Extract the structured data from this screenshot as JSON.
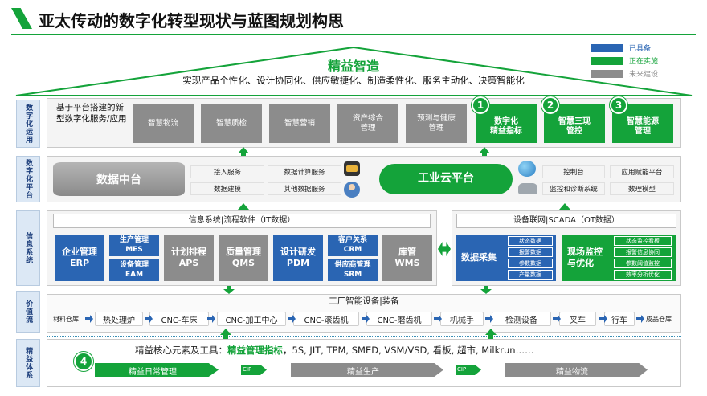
{
  "title": "亚太传动的数字化转型现状与蓝图规划构思",
  "legend": [
    {
      "label": "已具备",
      "color": "#2a65b3"
    },
    {
      "label": "正在实施",
      "color": "#14a33a"
    },
    {
      "label": "未来建设",
      "color": "#8c8c8c"
    }
  ],
  "roof": {
    "title": "精益智造",
    "subtitle": "实现产品个性化、设计协同化、供应敏捷化、制造柔性化、服务主动化、决策智能化"
  },
  "side_labels": [
    "数字化运用",
    "数字化平台",
    "信息系统",
    "价值流",
    "精益体系"
  ],
  "app_row": {
    "intro": "基于平台搭建的新型数字化服务/应用",
    "gray_boxes": [
      "智慧物流",
      "智慧质检",
      "智慧营销",
      "资产综合\n管理",
      "预测与健康\n管理"
    ],
    "green_boxes": [
      "数字化\n精益指标",
      "智慧三现\n管控",
      "智慧能源\n管理"
    ],
    "numbers": [
      "1",
      "2",
      "3"
    ]
  },
  "platform_row": {
    "data_center": "数据中台",
    "services": [
      "接入服务",
      "数据计算服务",
      "数据建模",
      "其他数据服务"
    ],
    "cloud": "工业云平台",
    "right_services": [
      "控制台",
      "应用赋能平台",
      "监控和诊断系统",
      "数理模型"
    ]
  },
  "it_section": {
    "header": "信息系统|流程软件（IT数据）",
    "blue_boxes": [
      {
        "title": "企业管理",
        "sub": "ERP"
      },
      {
        "title": "生产管理",
        "sub": "MES"
      },
      {
        "title": "设备管理",
        "sub": "EAM"
      },
      {
        "title": "设计研发",
        "sub": "PDM"
      },
      {
        "title": "客户关系",
        "sub": "CRM"
      },
      {
        "title": "供应商管理",
        "sub": "SRM"
      }
    ],
    "gray_boxes": [
      {
        "title": "计划排程",
        "sub": "APS"
      },
      {
        "title": "质量管理",
        "sub": "QMS"
      },
      {
        "title": "库管",
        "sub": "WMS"
      }
    ]
  },
  "ot_section": {
    "header": "设备联网|SCADA（OT数据）",
    "collect": "数据采集",
    "collect_items": [
      "状态数据",
      "报警数据",
      "参数数据",
      "产量数据"
    ],
    "monitor": "现场监控\n与优化",
    "monitor_items": [
      "状态监控看板",
      "报警信息协同",
      "参数阈值监控",
      "效率分析优化"
    ]
  },
  "value_stream": {
    "header": "工厂智能设备|装备",
    "start": "材料仓库",
    "steps": [
      "热处理炉",
      "CNC-车床",
      "CNC-加工中心",
      "CNC-滚齿机",
      "CNC-磨齿机",
      "机械手",
      "检测设备",
      "叉车",
      "行车"
    ],
    "end": "成品仓库"
  },
  "lean": {
    "intro": "精益核心元素及工具：",
    "highlight": "精益管理指标",
    "tools": "，5S, JIT, TPM, SMED, VSM/VSD, 看板, 超市, Milkrun……",
    "number": "4",
    "bars": [
      "精益日常管理",
      "精益生产",
      "精益物流"
    ],
    "cip": "CIP"
  }
}
